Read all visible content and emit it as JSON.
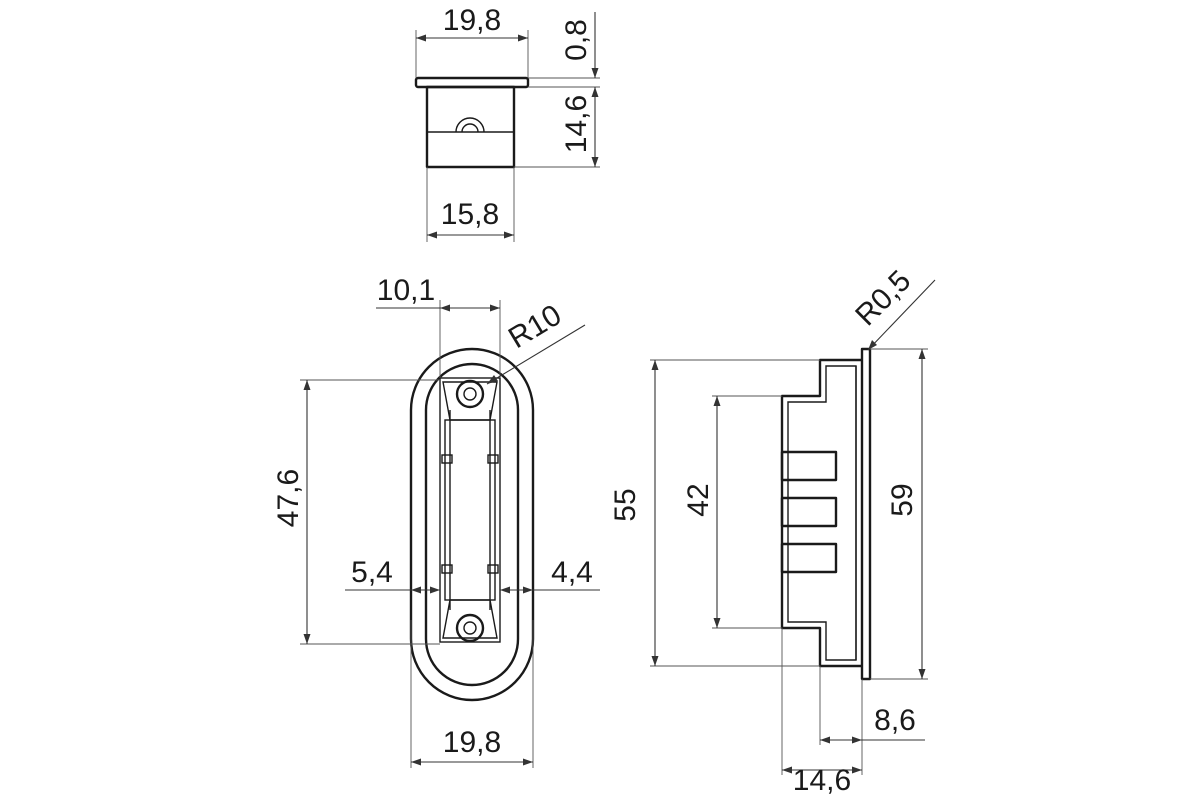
{
  "drawing": {
    "top_view": {
      "width_top": "19,8",
      "flange_thickness": "0,8",
      "body_height": "14,6",
      "body_width": "15,8"
    },
    "front_view": {
      "slot_width": "10,1",
      "corner_radius": "R10",
      "slot_length": "47,6",
      "left_offset": "5,4",
      "right_offset": "4,4",
      "overall_width": "19,8"
    },
    "side_view": {
      "edge_radius": "R0,5",
      "height_outer": "55",
      "height_inner": "42",
      "flange_height": "59",
      "depth_small": "8,6",
      "depth_total": "14,6"
    }
  }
}
